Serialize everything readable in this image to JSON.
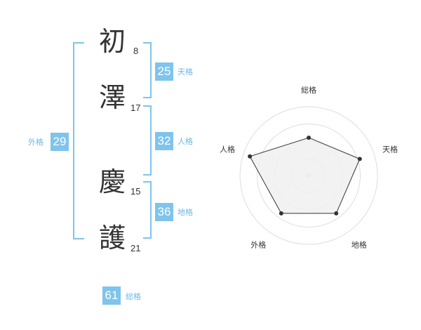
{
  "name": {
    "chars": [
      {
        "char": "初",
        "strokes": "8"
      },
      {
        "char": "澤",
        "strokes": "17"
      },
      {
        "char": "慶",
        "strokes": "15"
      },
      {
        "char": "護",
        "strokes": "21"
      }
    ]
  },
  "kakusu": {
    "tenkaku": {
      "value": "25",
      "label": "天格"
    },
    "jinkaku": {
      "value": "32",
      "label": "人格"
    },
    "chikaku": {
      "value": "36",
      "label": "地格"
    },
    "gaikaku": {
      "value": "29",
      "label": "外格"
    },
    "soukaku": {
      "value": "61",
      "label": "総格"
    }
  },
  "colors": {
    "accent": "#7ec4ec",
    "accent_text": "#6cb8e6",
    "text": "#333333",
    "grid": "#dddddd",
    "fill": "#f0f0f0"
  },
  "chart_data": {
    "type": "radar",
    "axes": [
      "総格",
      "天格",
      "地格",
      "外格",
      "人格"
    ],
    "values": [
      0.55,
      0.78,
      0.68,
      0.68,
      0.9
    ],
    "rings": 4,
    "max": 1.0
  }
}
